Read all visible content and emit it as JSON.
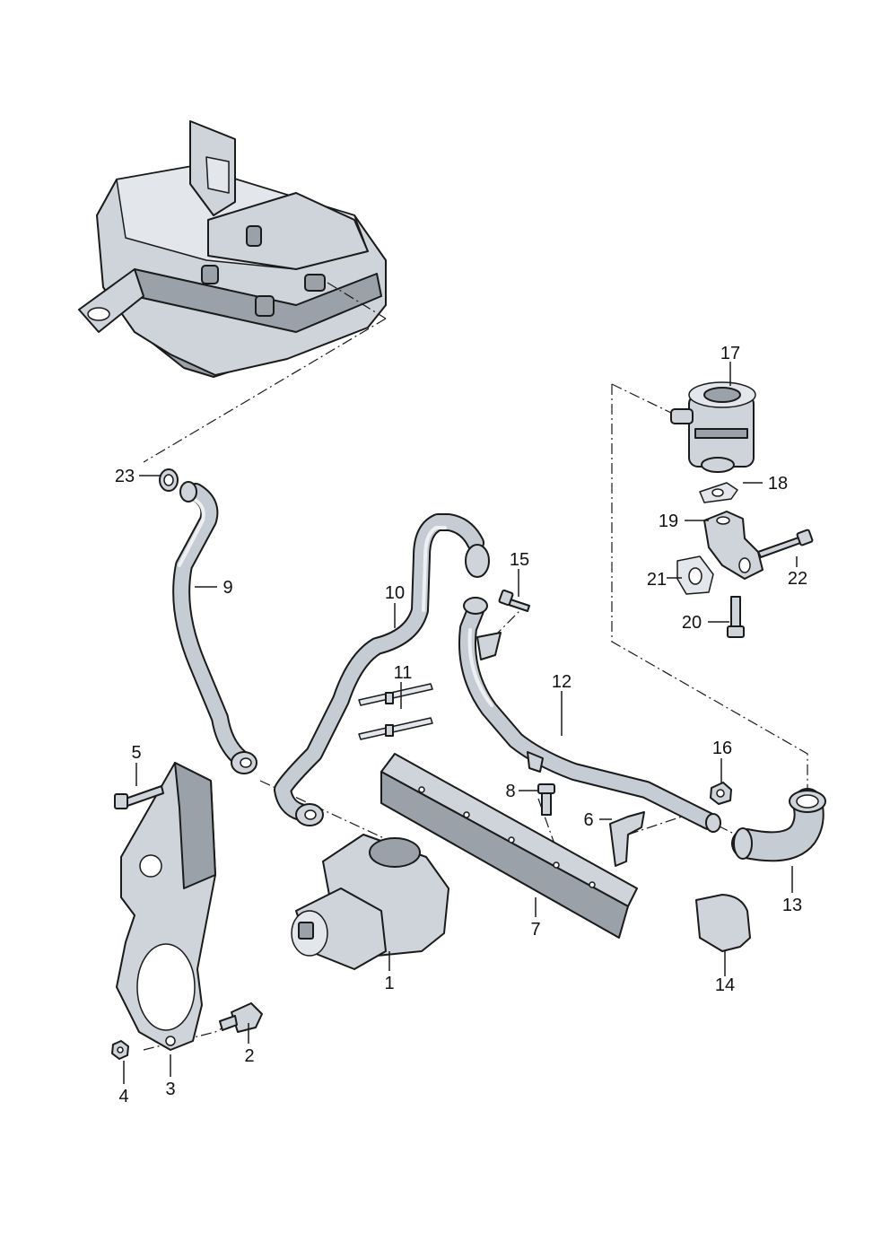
{
  "callouts": [
    {
      "id": "p1",
      "label": "1"
    },
    {
      "id": "p2",
      "label": "2"
    },
    {
      "id": "p3",
      "label": "3"
    },
    {
      "id": "p4",
      "label": "4"
    },
    {
      "id": "p5",
      "label": "5"
    },
    {
      "id": "p6",
      "label": "6"
    },
    {
      "id": "p7",
      "label": "7"
    },
    {
      "id": "p8",
      "label": "8"
    },
    {
      "id": "p9",
      "label": "9"
    },
    {
      "id": "p10",
      "label": "10"
    },
    {
      "id": "p11",
      "label": "11"
    },
    {
      "id": "p12",
      "label": "12"
    },
    {
      "id": "p13",
      "label": "13"
    },
    {
      "id": "p14",
      "label": "14"
    },
    {
      "id": "p15",
      "label": "15"
    },
    {
      "id": "p16",
      "label": "16"
    },
    {
      "id": "p17",
      "label": "17"
    },
    {
      "id": "p18",
      "label": "18"
    },
    {
      "id": "p19",
      "label": "19"
    },
    {
      "id": "p20",
      "label": "20"
    },
    {
      "id": "p21",
      "label": "21"
    },
    {
      "id": "p22",
      "label": "22"
    },
    {
      "id": "p23",
      "label": "23"
    }
  ],
  "colors": {
    "line": "#1a1a1a",
    "part_fill": "#cfd4da",
    "part_shadow": "#9aa1a9",
    "background": "#ffffff"
  }
}
